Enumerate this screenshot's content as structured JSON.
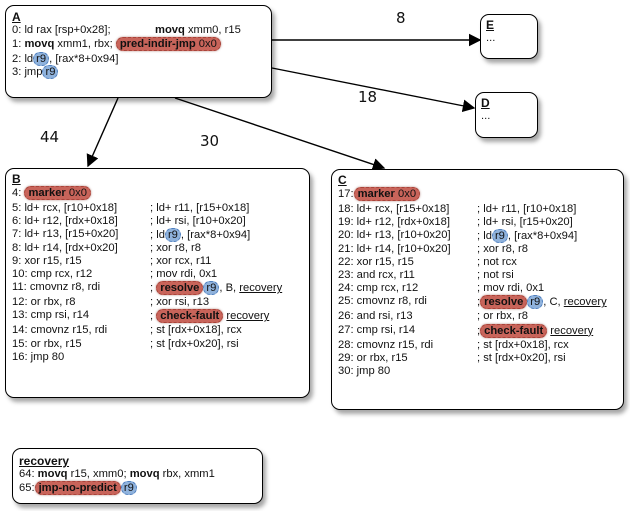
{
  "edges": [
    {
      "label": "8"
    },
    {
      "label": "18"
    },
    {
      "label": "44"
    },
    {
      "label": "30"
    }
  ],
  "box_a": {
    "title": "A",
    "lines": {
      "l0a": "0: ld rax [rsp+0x28];",
      "l0b_bold": "movq",
      "l0b": " xmm0, r15",
      "l1a": "1: ",
      "l1a_bold": "movq",
      "l1b": " xmm1, rbx;",
      "l1_pill": "pred-indir-jmp",
      "l1_pill_arg": " 0x0",
      "l2a": "2: ld",
      "l2_reg": "r9",
      "l2b": ", [rax*8+0x94]",
      "l3a": "3: jmp",
      "l3_reg": "r9"
    }
  },
  "box_e": {
    "title": "E",
    "body": "..."
  },
  "box_d": {
    "title": "D",
    "body": "..."
  },
  "box_b": {
    "title": "B",
    "l4_num": "4:",
    "l4_pill": "marker",
    "l4_arg": " 0x0",
    "l5a": "5:  ld+ rcx, [r10+0x18]",
    "l5b": "; ld+ r11, [r15+0x18]",
    "l6a": "6:  ld+ r12, [rdx+0x18]",
    "l6b": "; ld+ rsi, [r10+0x20]",
    "l7a": "7:  ld+ r13, [r15+0x20]",
    "l7b1": "; ld",
    "l7_reg": "r9",
    "l7b2": ", [rax*8+0x94]",
    "l8a": "8:  ld+ r14, [rdx+0x20]",
    "l8b": "; xor r8, r8",
    "l9a": "9:  xor r15, r15",
    "l9b": "; xor rcx, r11",
    "l10a": "10: cmp rcx,  r12",
    "l10b": "; mov rdi, 0x1",
    "l11a": "11: cmovnz r8, rdi",
    "l11_pill": "resolve",
    "l11_reg": "r9",
    "l11c": ", B, ",
    "l11_link": "recovery",
    "l12a": "12: or rbx, r8",
    "l12b": "; xor rsi, r13",
    "l13a": "13: cmp rsi,  r14",
    "l13_pill": "check-fault",
    "l13_link": "recovery",
    "l14a": "14: cmovnz r15, rdi",
    "l14b": "; st [rdx+0x18], rcx",
    "l15a": "15: or rbx, r15",
    "l15b": "; st [rdx+0x20], rsi",
    "l16a": "16: jmp 80"
  },
  "box_c": {
    "title": "C",
    "l17_num": "17:",
    "l17_pill": "marker",
    "l17_arg": " 0x0",
    "l18a": "18: ld+ rcx, [r15+0x18]",
    "l18b": "; ld+ r11, [r10+0x18]",
    "l19a": "19: ld+ r12, [rdx+0x18]",
    "l19b": "; ld+ rsi, [r15+0x20]",
    "l20a": "20: ld+ r13, [r10+0x20]",
    "l20b1": "; ld",
    "l20_reg": "r9",
    "l20b2": ", [rax*8+0x94]",
    "l21a": "21: ld+ r14, [r10+0x20]",
    "l21b": "; xor r8, r8",
    "l22a": "22: xor r15, r15",
    "l22b": "; not rcx",
    "l23a": "23: and rcx, r11",
    "l23b": "; not rsi",
    "l24a": "24: cmp rcx, r12",
    "l24b": "; mov rdi, 0x1",
    "l25a": "25: cmovnz r8, rdi",
    "l25_pill": "resolve",
    "l25_reg": "r9",
    "l25c": ", C, ",
    "l25_link": "recovery",
    "l26a": "26: and rsi, r13",
    "l26b": "; or rbx, r8",
    "l27a": "27: cmp rsi,  r14",
    "l27_pill": "check-fault",
    "l27_link": "recovery",
    "l28a": "28: cmovnz r15, rdi",
    "l28b": "; st [rdx+0x18], rcx",
    "l29a": "29: or rbx, r15",
    "l29b": "; st [rdx+0x20], rsi",
    "l30a": "30: jmp 80"
  },
  "box_recovery": {
    "title": "recovery",
    "l64a": "64: ",
    "l64_bold1": "movq",
    "l64b": " r15, xmm0; ",
    "l64_bold2": "movq",
    "l64c": " rbx, xmm1",
    "l65_num": "65:",
    "l65_pill": "jmp-no-predict",
    "l65_reg": "r9"
  }
}
